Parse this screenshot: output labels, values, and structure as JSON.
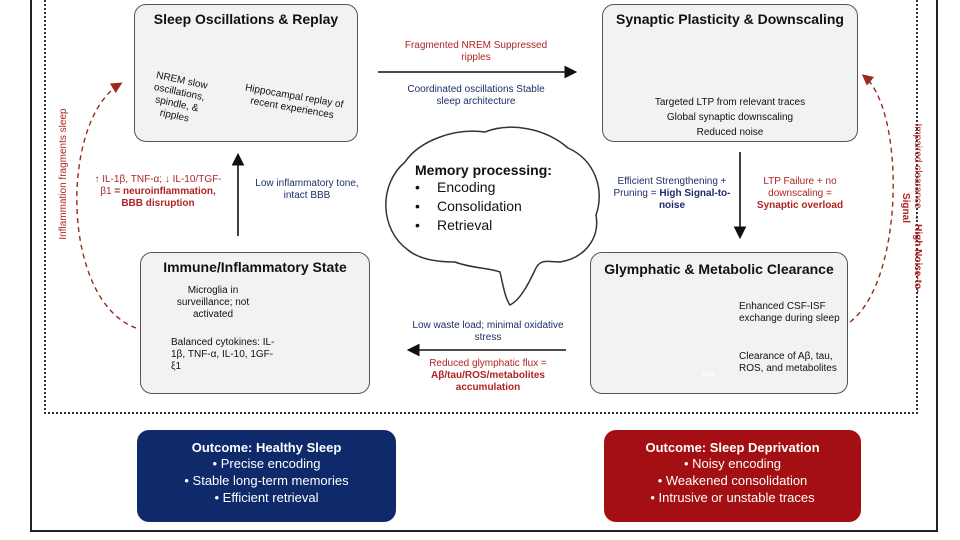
{
  "sleep_box": {
    "title": "Sleep Oscillations & Replay",
    "left_label": "NREM slow oscillations, spindle, & ripples",
    "right_label": "Hippocampal replay of recent experiences"
  },
  "synaptic_box": {
    "title": "Synaptic Plasticity & Downscaling",
    "lines": [
      "Targeted LTP from relevant traces",
      "Global synaptic downscaling",
      "Reduced noise"
    ]
  },
  "immune_box": {
    "title": "Immune/Inflammatory State",
    "microglia": "Microglia in surveillance; not activated",
    "cytokines": "Balanced cytokines: IL-1β, TNF-α, IL-10, 1GF-ξ1"
  },
  "glymph_box": {
    "title": "Glymphatic & Metabolic Clearance",
    "exchange": "Enhanced CSF-ISF exchange during sleep",
    "clearance": "Clearance of Aβ, tau, ROS, and metabolites",
    "ros_label": "ROS"
  },
  "top_arrow": {
    "above": "Fragmented NREM Suppressed ripples",
    "below": "Coordinated oscillations Stable sleep architecture"
  },
  "right_arrow": {
    "left_text_normal": "Efficient Strengthening + Pruning = ",
    "left_text_bold": "High Signal-to-noise",
    "right_text_normal": "LTP Failure + no downscaling = ",
    "right_text_bold": "Synaptic overload"
  },
  "bottom_arrow": {
    "above": "Low waste load; minimal oxidative stress",
    "below_normal": "Reduced glymphatic flux = ",
    "below_bold": "Aβ/tau/ROS/metabolites accumulation"
  },
  "left_arrow": {
    "left_text_normal": "↑ IL-1β, TNF-α; ↓ IL-10/TGF-β1 ",
    "left_text_bold": "= neuroinflammation, BBB disruption",
    "right_text": "Low inflammatory tone, intact BBB"
  },
  "side_labels": {
    "left": "Inflammation fragments sleep",
    "right_normal": "Impaired clearance → ",
    "right_bold": "High Noise-to-Signal"
  },
  "memory": {
    "title": "Memory processing:",
    "items": [
      "Encoding",
      "Consolidation",
      "Retrieval"
    ],
    "bullet": "•"
  },
  "outcome_healthy": {
    "title": "Outcome: Healthy Sleep",
    "items": [
      "Precise encoding",
      "Stable long-term memories",
      "Efficient retrieval"
    ],
    "color": "#0f2a6b"
  },
  "outcome_deprivation": {
    "title": "Outcome: Sleep Deprivation",
    "items": [
      "Noisy encoding",
      "Weakened consolidation",
      "Intrusive or unstable traces"
    ],
    "color": "#a30f12"
  },
  "colors": {
    "red_text": "#b02424",
    "navy_text": "#1f2d6b",
    "box_fill": "#f2f2f2"
  }
}
